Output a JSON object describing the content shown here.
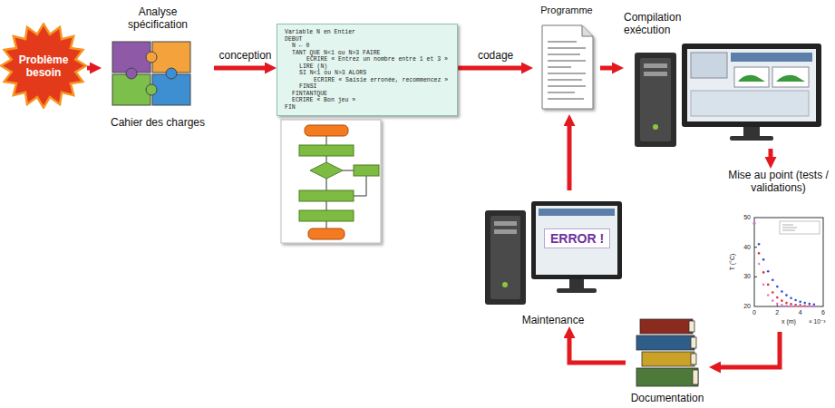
{
  "diagram": {
    "nodes": [
      {
        "text": [
          "Problème besoin"
        ]
      },
      {
        "text": [
          "Analyse spécification",
          "Cahier des charges"
        ]
      },
      {
        "text": [
          "Variable N en Entier",
          "DEBUT",
          "N ← 0",
          "TANT QUE N<1 ou N>3 FAIRE",
          "ECRIRE « Entrez un nombre entre 1 et 3 »",
          "LIRE (N)",
          "SI N<1 ou N>3 ALORS",
          "ECRIRE « Saisie erronée, recommencez »",
          "FINSI",
          "FINTANTQUE",
          "ECRIRE « Bon jeu »",
          "FIN"
        ]
      },
      {
        "text": [
          "Programme"
        ]
      },
      {
        "text": [
          "Compilation exécution"
        ]
      },
      {
        "text": [
          "Mise au point (tests / validations)"
        ]
      },
      {
        "text": [
          "Documentation"
        ]
      },
      {
        "text": [
          "ERROR !",
          "Maintenance"
        ]
      }
    ],
    "edges": [
      {
        "from": 0,
        "to": 1,
        "arrow": "to"
      },
      {
        "from": 1,
        "to": 2,
        "arrow": "to",
        "label": "conception"
      },
      {
        "from": 2,
        "to": 3,
        "arrow": "to",
        "label": "codage"
      },
      {
        "from": 3,
        "to": 4,
        "arrow": "to"
      },
      {
        "from": 4,
        "to": 5,
        "arrow": "to"
      },
      {
        "from": 5,
        "to": 6,
        "arrow": "to"
      },
      {
        "from": 6,
        "to": 7,
        "arrow": "to"
      },
      {
        "from": 7,
        "to": 3,
        "arrow": "to"
      }
    ],
    "labels": [
      "50",
      "40",
      "30",
      "20",
      "0",
      "2",
      "4",
      "6",
      "x (m)",
      "× 10⁻³",
      "T (°C)"
    ]
  }
}
